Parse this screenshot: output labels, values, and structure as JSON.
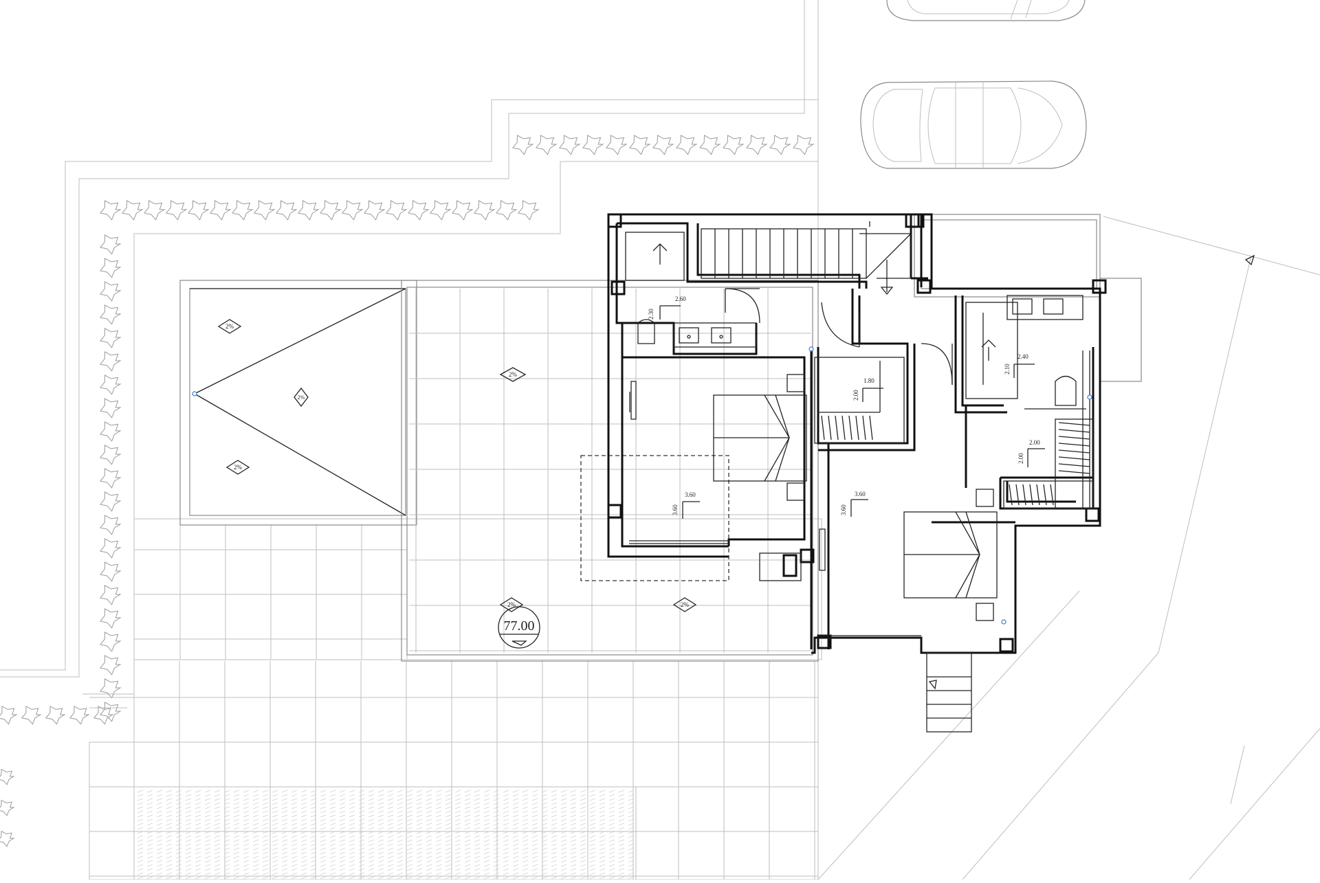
{
  "plan": {
    "level_marker": "77.00",
    "slopes": [
      "2%",
      "2%",
      "2%",
      "2%",
      "2%",
      "2%"
    ],
    "dimensions": [
      {
        "w": "2.60",
        "h": "2.30"
      },
      {
        "w": "1.80",
        "h": "2.00"
      },
      {
        "w": "2.40",
        "h": "2.10"
      },
      {
        "w": "3.60",
        "h": "3.60"
      },
      {
        "w": "3.60",
        "h": "3.60"
      },
      {
        "w": "2.00",
        "h": "2.00"
      }
    ]
  }
}
